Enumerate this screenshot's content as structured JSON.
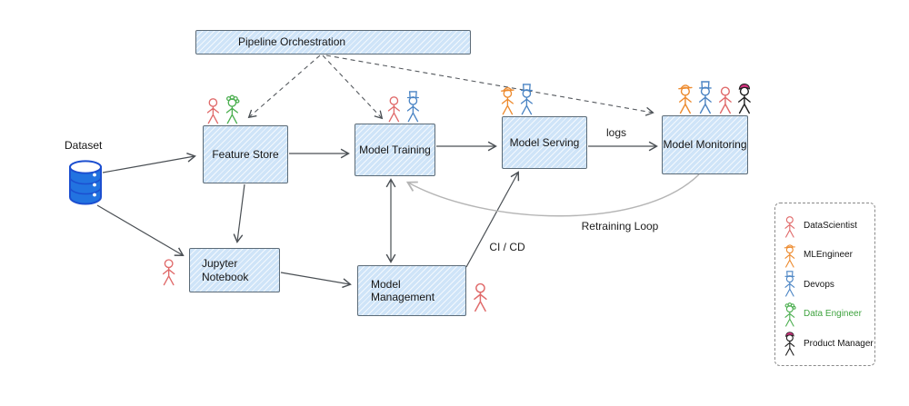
{
  "nodes": {
    "pipeline_orchestration": {
      "label": "Pipeline Orchestration"
    },
    "feature_store": {
      "label": "Feature Store"
    },
    "model_training": {
      "label": "Model Training"
    },
    "model_serving": {
      "label": "Model Serving"
    },
    "model_monitoring": {
      "label": "Model Monitoring"
    },
    "jupyter_notebook": {
      "label": "Jupyter Notebook"
    },
    "model_management": {
      "label": "Model Management"
    },
    "dataset": {
      "label": "Dataset"
    }
  },
  "edge_labels": {
    "logs": "logs",
    "cicd": "CI / CD",
    "retraining": "Retraining Loop"
  },
  "personas": {
    "data_scientist": {
      "label": "DataScientist",
      "color": "#e06a6a",
      "label_color": "#141414",
      "variant": "plain"
    },
    "ml_engineer": {
      "label": "MLEngineer",
      "color": "#ed8a2d",
      "label_color": "#141414",
      "variant": "cap"
    },
    "devops": {
      "label": "Devops",
      "color": "#4a84c4",
      "label_color": "#141414",
      "variant": "tophat"
    },
    "data_engineer": {
      "label": "Data Engineer",
      "color": "#4caf50",
      "label_color": "#3fa33f",
      "variant": "curly"
    },
    "product_manager": {
      "label": "Product Manager",
      "color": "#1f1f1f",
      "label_color": "#141414",
      "variant": "beret",
      "accent": "#d2327e"
    }
  },
  "colors": {
    "node_fill": "#cfe4f8",
    "node_border": "#5c6b77",
    "edge": "#4a4f54",
    "retraining_edge": "#b5b5b5",
    "dataset_fill": "#2273e0",
    "dataset_stroke": "#1c4fd0"
  }
}
